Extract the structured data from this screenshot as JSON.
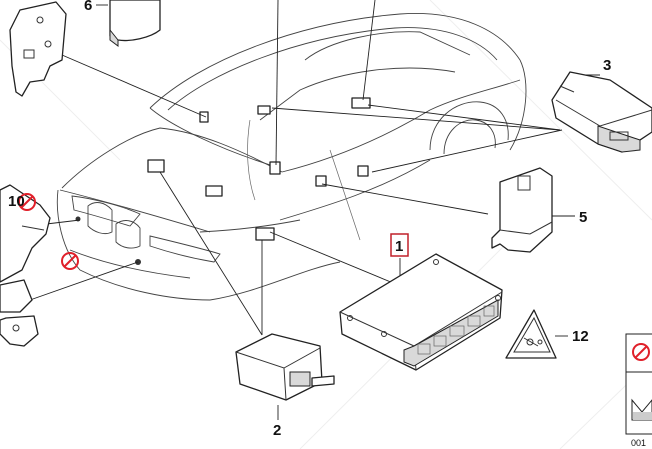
{
  "callouts": {
    "c1": "1",
    "c2": "2",
    "c3": "3",
    "c5": "5",
    "c6": "6",
    "c10": "10",
    "c12": "12"
  },
  "footer_code": "001",
  "colors": {
    "prohibited": "#e0202a",
    "highlight_box": "#c0202a",
    "line": "#222222"
  }
}
